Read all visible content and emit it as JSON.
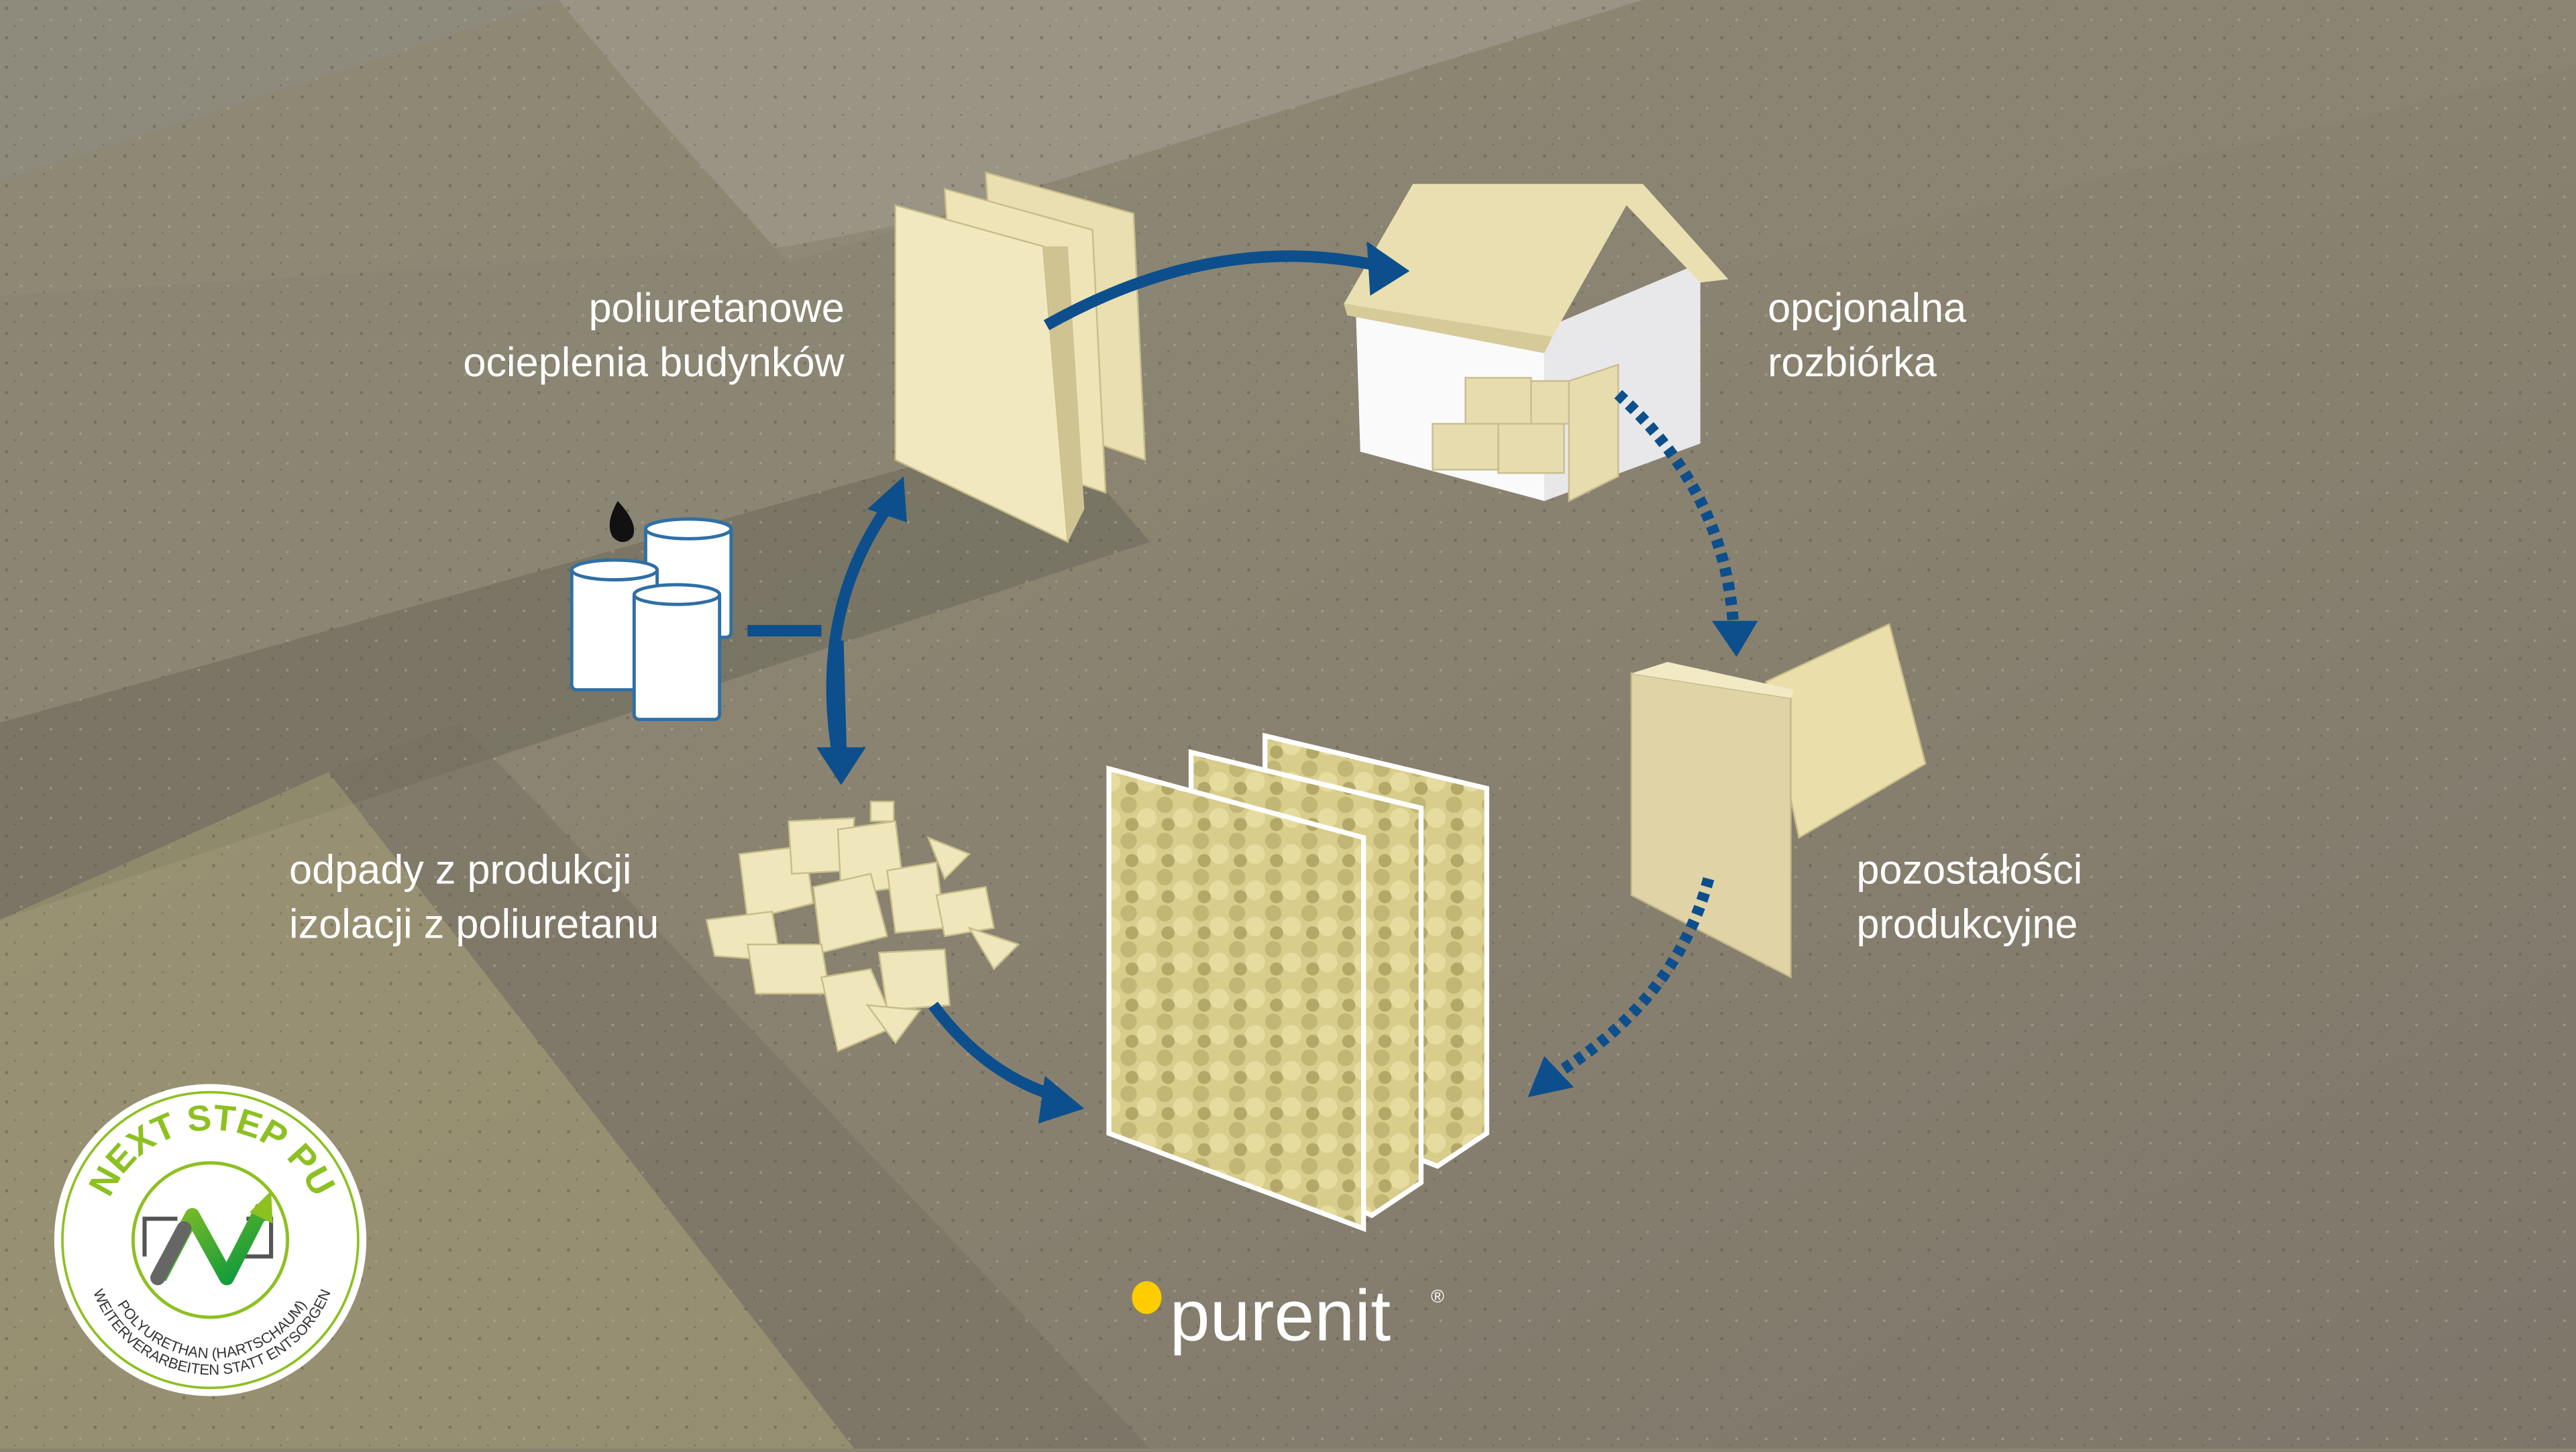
{
  "labels": {
    "insulation": [
      "poliuretanowe",
      "ocieplenia budynków"
    ],
    "demolition": [
      "opcjonalna",
      "rozbiórka"
    ],
    "production_waste": [
      "odpady z produkcji",
      "izolacji z poliuretanu"
    ],
    "residues": [
      "pozostałości",
      "produkcyjne"
    ]
  },
  "brand": {
    "name": "purenit",
    "registered": "®",
    "dot_color": "#ffcc00"
  },
  "badge": {
    "title": "NEXT STEP PU",
    "line1": "POLYURETHAN (HARTSCHAUM)",
    "line2": "WEITERVERARBEITEN STATT ENTSORGEN",
    "green": "#8dc021",
    "dark_green": "#009640"
  },
  "colors": {
    "arrow": "#0c4f8c",
    "panel": "#ede2b6"
  }
}
